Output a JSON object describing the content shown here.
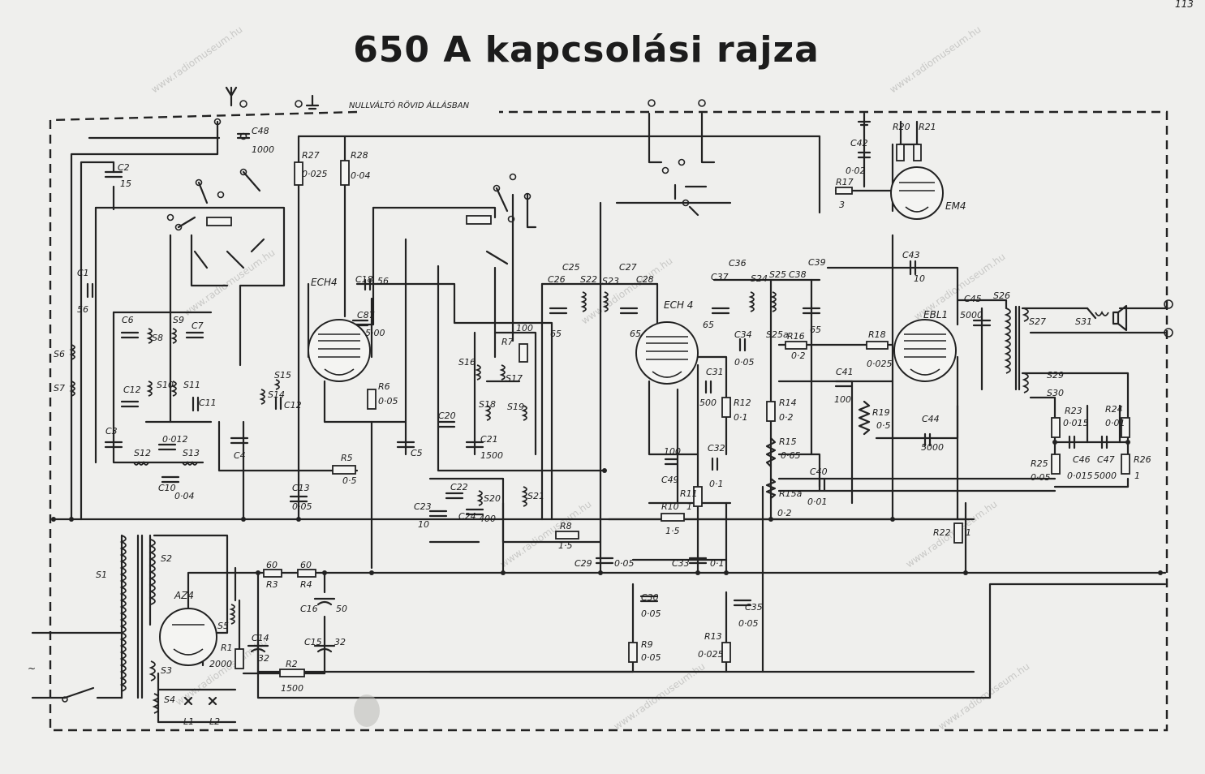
{
  "title": "650 A  kapcsolási rajza",
  "switch_note": "NULLVÁLTÓ RÖVID ÁLLÁSBAN",
  "watermark": "www.radiomuseum.hu",
  "corner_mark": "113",
  "ac_symbol": "~",
  "tubes": [
    {
      "id": "ECH4-1",
      "label": "ECH4"
    },
    {
      "id": "ECH4-2",
      "label": "ECH 4"
    },
    {
      "id": "EBL1",
      "label": "EBL1"
    },
    {
      "id": "EM4",
      "label": "EM4"
    },
    {
      "id": "AZ4",
      "label": "AZ4"
    }
  ],
  "labels": {
    "C48": "C48",
    "C48v": "1000",
    "C2": "C2",
    "C2v": "15",
    "C1": "C1",
    "C1v": "56",
    "S6": "S6",
    "S7": "S7",
    "C6": "C6",
    "S8": "S8",
    "S9": "S9",
    "C7": "C7",
    "C12": "C12",
    "S10": "S10",
    "S11": "S11",
    "C11": "C11",
    "C3": "C3",
    "S12": "S12",
    "S13": "S13",
    "C10": "C10",
    "C10v": "0·04",
    "C9v": "0·012",
    "C4": "C4",
    "R27": "R27",
    "R27v": "0·025",
    "R28": "R28",
    "R28v": "0·04",
    "C18": "C18",
    "C18v": "56",
    "C87": "C87",
    "C87v": "5·00",
    "S14": "S14",
    "S15": "S15",
    "C12b": "C12",
    "R6": "R6",
    "R6v": "0·05",
    "R5": "R5",
    "R5v": "0·5",
    "C13": "C13",
    "C13v": "0·05",
    "C5": "C5",
    "S16": "S16",
    "S17": "S17",
    "R7": "R7",
    "R7v": "100",
    "C20": "C20",
    "S18": "S18",
    "S19": "S19",
    "C21": "C21",
    "C21v": "1500",
    "C23": "C23",
    "C23v": "10",
    "C22": "C22",
    "S20": "S20",
    "C24": "C24",
    "C24v": "400",
    "S21": "S21",
    "R8": "R8",
    "R8v": "1·5",
    "C29": "C29",
    "C29v": "0·05",
    "C26": "C26",
    "C25": "C25",
    "S22": "S22",
    "C26v": "65",
    "C27": "C27",
    "S23": "S23",
    "C28": "C28",
    "C28v": "65",
    "C31": "C31",
    "C31v": "500",
    "R12": "R12",
    "R12v": "0·1",
    "C49": "C49",
    "C49v": "100",
    "C32": "C32",
    "C32v": "0·1",
    "R11": "R11",
    "R11v": "1",
    "R10": "R10",
    "R10v": "1·5",
    "C33": "C33",
    "C33v": "0·1",
    "C30": "C30",
    "C30v": "0·05",
    "R9": "R9",
    "R9v": "0·05",
    "C35": "C35",
    "C35v": "0·05",
    "R13": "R13",
    "R13v": "0·025",
    "C36": "C36",
    "C37": "C37",
    "C37v": "65",
    "S24": "S24",
    "S25": "S25",
    "C38": "C38",
    "C38v": "65",
    "C34": "C34",
    "C34v": "0·05",
    "S25a": "S25a",
    "R16": "R16",
    "R16v": "0·2",
    "R14": "R14",
    "R14v": "0·2",
    "R15": "R15",
    "R15v": "0·65",
    "R15a": "R15a",
    "R15av": "0·2",
    "C40": "C40",
    "C40v": "0·01",
    "C39": "C39",
    "C43": "C43",
    "C43v": "10",
    "C41": "C41",
    "C41v": "100",
    "R18": "R18",
    "R18v": "0·025",
    "R19": "R19",
    "R19v": "0·5",
    "C44": "C44",
    "C44v": "5000",
    "C45": "C45",
    "C45v": "5000",
    "S26": "S26",
    "S27": "S27",
    "S31": "S31",
    "S29": "S29",
    "S30": "S30",
    "R23": "R23",
    "R23v": "0·015",
    "R24": "R24",
    "R24v": "0·01",
    "C46": "C46",
    "C47": "C47",
    "C47v": "5000",
    "R25": "R25",
    "R25v": "0·05",
    "C46v": "0·015",
    "R26": "R26",
    "R26v": "1",
    "R22": "R22",
    "R22v": "1",
    "C42": "C42",
    "C42v": "0·02",
    "R20": "R20",
    "R21": "R21",
    "R17": "R17",
    "R17v": "3",
    "S1": "S1",
    "S2": "S2",
    "S3": "S3",
    "S4": "S4",
    "S5": "S5",
    "R3": "R3",
    "R3v": "60",
    "R4": "R4",
    "R4v": "60",
    "C16": "C16",
    "C16v": "50",
    "C15": "C15",
    "C15v": "32",
    "C14": "C14",
    "C14v": "32",
    "R1": "R1",
    "R1v": "2000",
    "R2": "R2",
    "R2v": "1500",
    "L1": "L1",
    "L2": "L2"
  }
}
